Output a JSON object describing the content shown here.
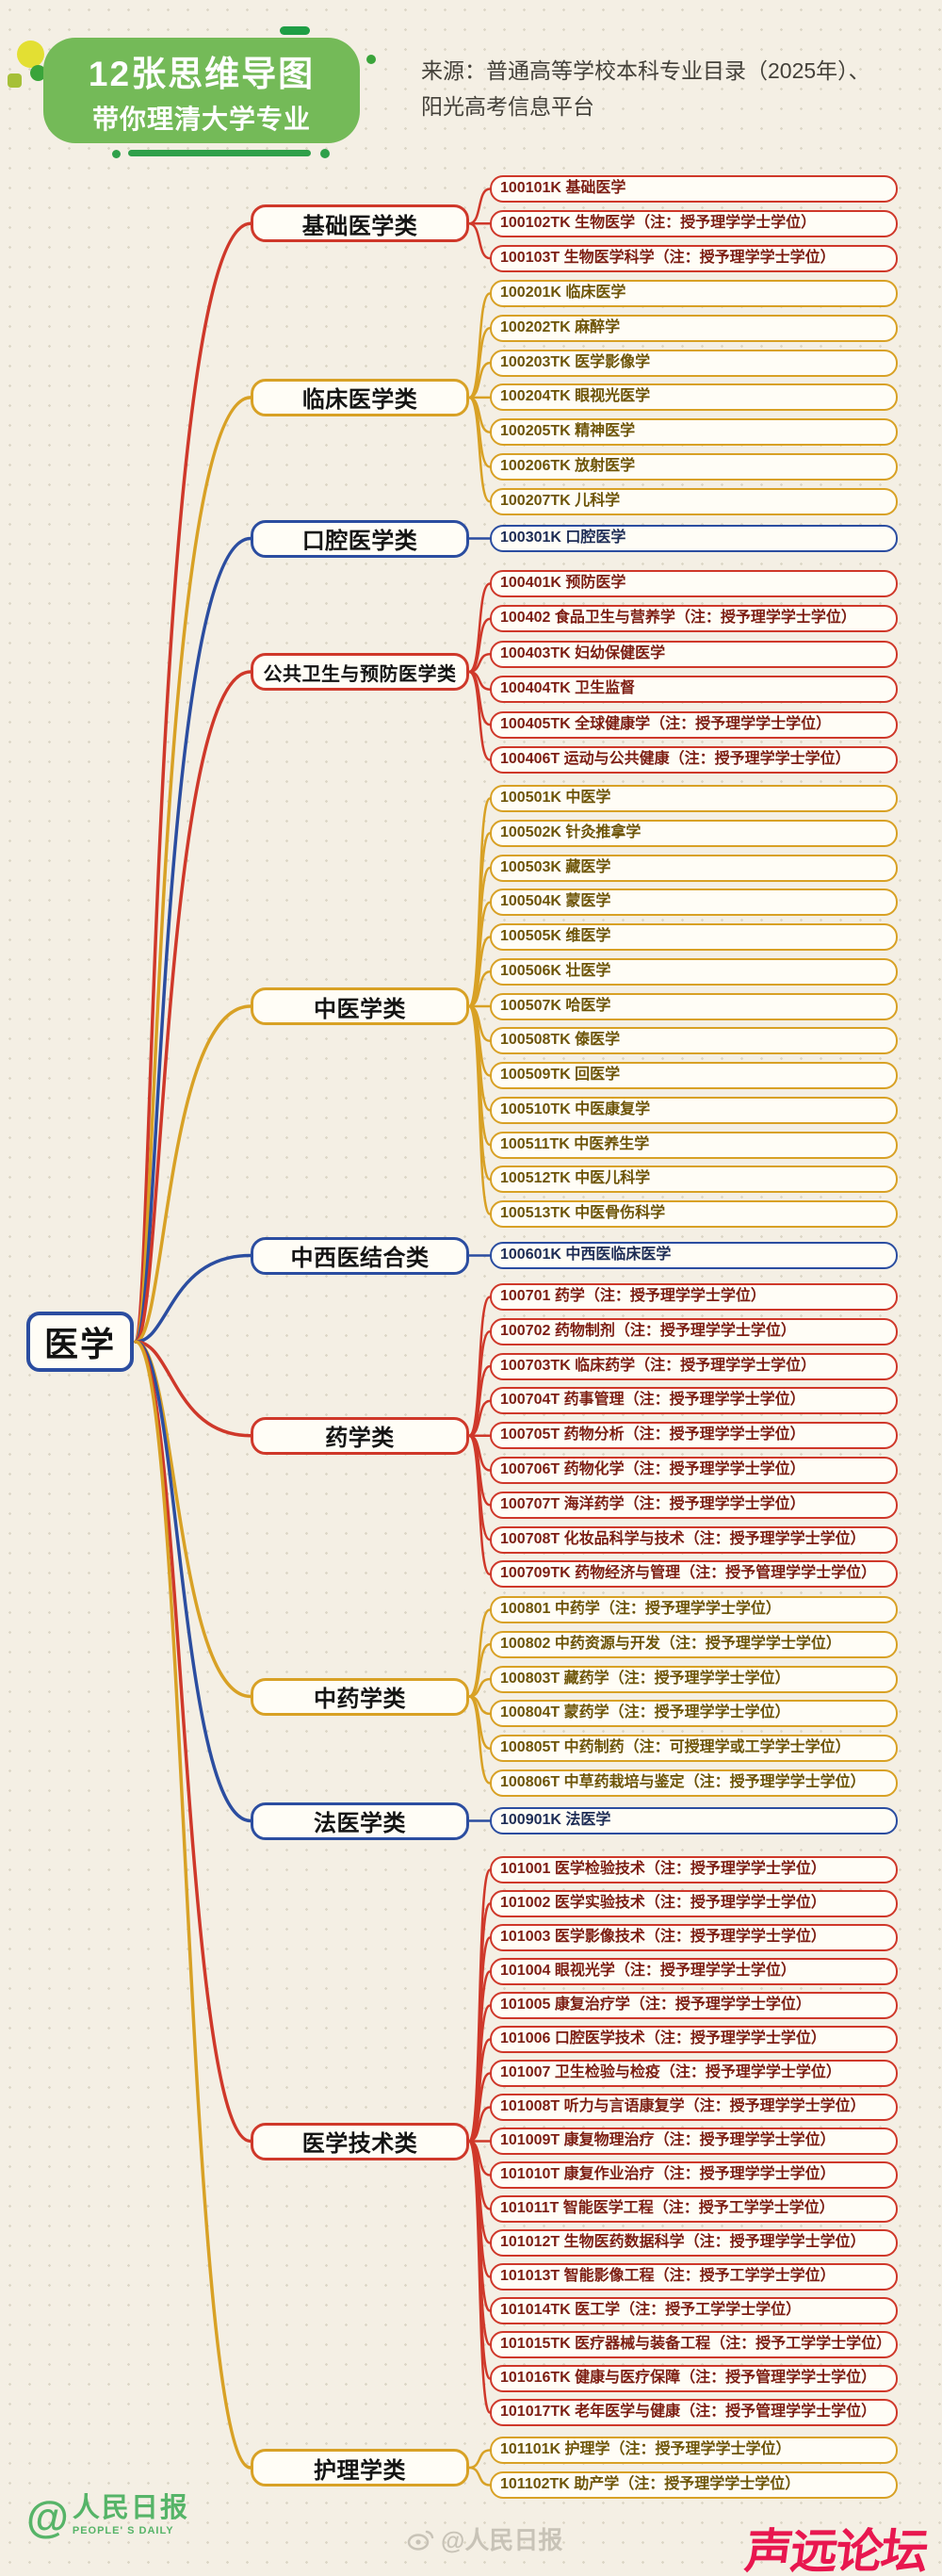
{
  "header": {
    "title_line1": "12张思维导图",
    "title_line2": "带你理清大学专业",
    "source_line1": "来源：普通高等学校本科专业目录（2025年）、",
    "source_line2": "阳光高考信息平台"
  },
  "root": {
    "label": "医学"
  },
  "colors": {
    "red": "#cf382a",
    "yellow": "#d8a125",
    "blue": "#2b4da0",
    "header_green": "#74ba58",
    "watermark_pink": "#e8174f",
    "logo_green": "#56b468"
  },
  "branches": [
    {
      "label": "基础医学类",
      "color": "red",
      "items": [
        "100101K 基础医学",
        "100102TK 生物医学（注：授予理学学士学位）",
        "100103T 生物医学科学（注：授予理学学士学位）"
      ]
    },
    {
      "label": "临床医学类",
      "color": "yellow",
      "items": [
        "100201K 临床医学",
        "100202TK 麻醉学",
        "100203TK 医学影像学",
        "100204TK 眼视光医学",
        "100205TK 精神医学",
        "100206TK 放射医学",
        "100207TK 儿科学"
      ]
    },
    {
      "label": "口腔医学类",
      "color": "blue",
      "items": [
        "100301K 口腔医学"
      ]
    },
    {
      "label": "公共卫生与预防医学类",
      "color": "red",
      "items": [
        "100401K 预防医学",
        "100402 食品卫生与营养学（注：授予理学学士学位）",
        "100403TK 妇幼保健医学",
        "100404TK 卫生监督",
        "100405TK 全球健康学（注：授予理学学士学位）",
        "100406T 运动与公共健康（注：授予理学学士学位）"
      ]
    },
    {
      "label": "中医学类",
      "color": "yellow",
      "items": [
        "100501K 中医学",
        "100502K 针灸推拿学",
        "100503K 藏医学",
        "100504K 蒙医学",
        "100505K 维医学",
        "100506K 壮医学",
        "100507K 哈医学",
        "100508TK 傣医学",
        "100509TK 回医学",
        "100510TK 中医康复学",
        "100511TK 中医养生学",
        "100512TK 中医儿科学",
        "100513TK 中医骨伤科学"
      ]
    },
    {
      "label": "中西医结合类",
      "color": "blue",
      "items": [
        "100601K 中西医临床医学"
      ]
    },
    {
      "label": "药学类",
      "color": "red",
      "items": [
        "100701 药学（注：授予理学学士学位）",
        "100702 药物制剂（注：授予理学学士学位）",
        "100703TK 临床药学（注：授予理学学士学位）",
        "100704T 药事管理（注：授予理学学士学位）",
        "100705T 药物分析（注：授予理学学士学位）",
        "100706T 药物化学（注：授予理学学士学位）",
        "100707T 海洋药学（注：授予理学学士学位）",
        "100708T 化妆品科学与技术（注：授予理学学士学位）",
        "100709TK 药物经济与管理（注：授予管理学学士学位）"
      ]
    },
    {
      "label": "中药学类",
      "color": "yellow",
      "items": [
        "100801 中药学（注：授予理学学士学位）",
        "100802 中药资源与开发（注：授予理学学士学位）",
        "100803T 藏药学（注：授予理学学士学位）",
        "100804T 蒙药学（注：授予理学学士学位）",
        "100805T 中药制药（注：可授理学或工学学士学位）",
        "100806T 中草药栽培与鉴定（注：授予理学学士学位）"
      ]
    },
    {
      "label": "法医学类",
      "color": "blue",
      "items": [
        "100901K 法医学"
      ]
    },
    {
      "label": "医学技术类",
      "color": "red",
      "items": [
        "101001 医学检验技术（注：授予理学学士学位）",
        "101002 医学实验技术（注：授予理学学士学位）",
        "101003 医学影像技术（注：授予理学学士学位）",
        "101004 眼视光学（注：授予理学学士学位）",
        "101005 康复治疗学（注：授予理学学士学位）",
        "101006 口腔医学技术（注：授予理学学士学位）",
        "101007 卫生检验与检疫（注：授予理学学士学位）",
        "101008T 听力与言语康复学（注：授予理学学士学位）",
        "101009T 康复物理治疗（注：授予理学学士学位）",
        "101010T 康复作业治疗（注：授予理学学士学位）",
        "101011T 智能医学工程（注：授予工学学士学位）",
        "101012T 生物医药数据科学（注：授予理学学士学位）",
        "101013T 智能影像工程（注：授予工学学士学位）",
        "101014TK 医工学（注：授予工学学士学位）",
        "101015TK 医疗器械与装备工程（注：授予工学学士学位）",
        "101016TK 健康与医疗保障（注：授予管理学学士学位）",
        "101017TK 老年医学与健康（注：授予管理学学士学位）"
      ]
    },
    {
      "label": "护理学类",
      "color": "yellow",
      "items": [
        "101101K 护理学（注：授予理学学士学位）",
        "101102TK 助产学（注：授予理学学士学位）"
      ]
    }
  ],
  "footer": {
    "logo_at": "@",
    "logo_cn": "人民日报",
    "logo_en": "PEOPLE' S DAILY",
    "watermark_center": "@人民日报",
    "watermark_right": "声远论坛"
  }
}
